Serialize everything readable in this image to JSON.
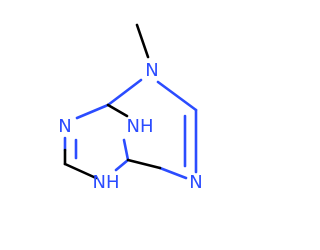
{
  "atoms": {
    "n_methyl": {
      "symbol": "N",
      "color": "#2b4cff"
    },
    "nh_center": {
      "symbol": "NH",
      "color": "#2b4cff"
    },
    "n_left": {
      "symbol": "N",
      "color": "#2b4cff"
    },
    "n_right": {
      "symbol": "N",
      "color": "#2b4cff"
    },
    "nh_bottom": {
      "symbol": "NH",
      "color": "#2b4cff"
    }
  },
  "colors": {
    "bond": "#000000",
    "nitrogen": "#2b4cff"
  }
}
